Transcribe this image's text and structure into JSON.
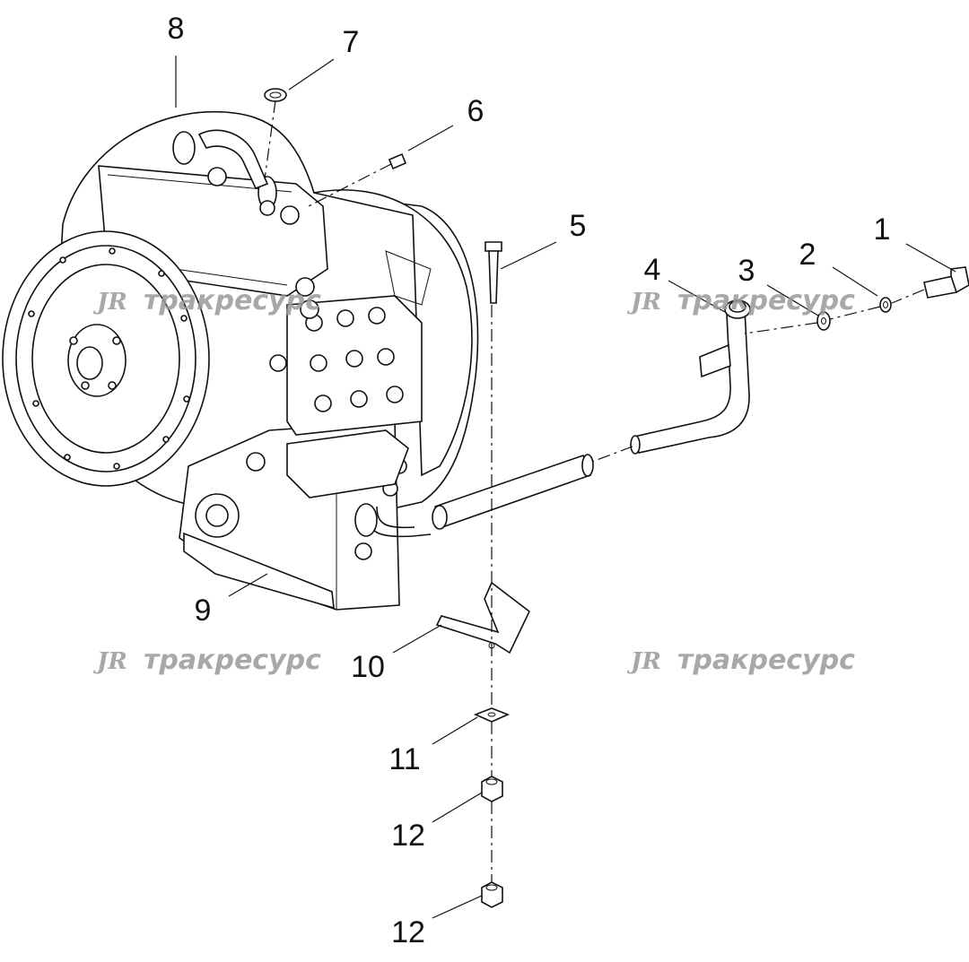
{
  "callouts": [
    {
      "id": "1",
      "label": "1"
    },
    {
      "id": "2",
      "label": "2"
    },
    {
      "id": "3",
      "label": "3"
    },
    {
      "id": "4",
      "label": "4"
    },
    {
      "id": "5",
      "label": "5"
    },
    {
      "id": "6",
      "label": "6"
    },
    {
      "id": "7",
      "label": "7"
    },
    {
      "id": "8",
      "label": "8"
    },
    {
      "id": "9",
      "label": "9"
    },
    {
      "id": "10",
      "label": "10"
    },
    {
      "id": "11",
      "label": "11"
    },
    {
      "id": "12a",
      "label": "12"
    },
    {
      "id": "12b",
      "label": "12"
    }
  ],
  "watermark": {
    "logo": "JR",
    "text": "тракресурс",
    "color": "#9a9a9a"
  },
  "colors": {
    "line": "#111111",
    "background": "#ffffff"
  }
}
